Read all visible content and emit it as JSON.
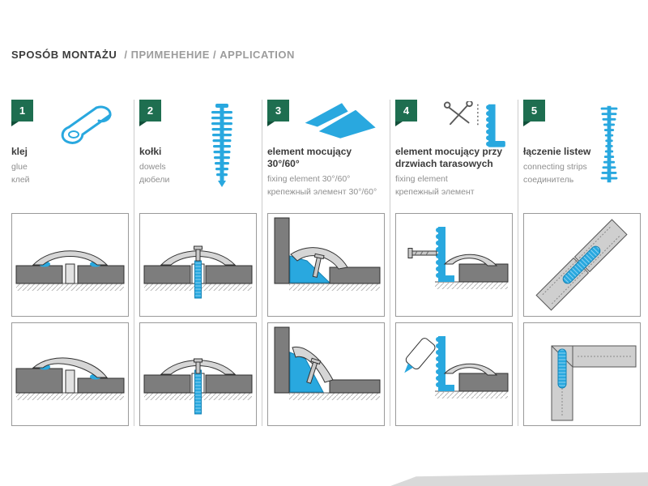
{
  "header": {
    "primary": "SPOSÓB MONTAŻU",
    "secondary": "/ ПРИМЕНЕНИЕ / APPLICATION"
  },
  "colors": {
    "badge_green": "#1e6e50",
    "badge_fold_green": "#12503a",
    "accent_blue": "#29a8df",
    "title_dark": "#3b3b3b",
    "subtitle_gray": "#8f8f8f",
    "diagram_border_gray": "#9a9a9a",
    "panel_gray": "#7d7d7d"
  },
  "columns": [
    {
      "number": "1",
      "title": "klej",
      "subtitles": [
        "glue",
        "клей"
      ],
      "icon": "glue-tube-icon"
    },
    {
      "number": "2",
      "title": "kołki",
      "subtitles": [
        "dowels",
        "дюбели"
      ],
      "icon": "dowel-icon"
    },
    {
      "number": "3",
      "title": "element mocujący 30°/60°",
      "subtitles": [
        "fixing element 30°/60°",
        "крепежный элемент 30°/60°"
      ],
      "icon": "fixing-element-30-60-icon"
    },
    {
      "number": "4",
      "title": "element mocujący przy drzwiach tarasowych",
      "subtitles": [
        "fixing element",
        "крепежный элемент"
      ],
      "icon": "scissors-and-bracket-icon"
    },
    {
      "number": "5",
      "title": "łączenie listew",
      "subtitles": [
        "connecting strips",
        "соединитель"
      ],
      "icon": "connector-strip-icon"
    }
  ]
}
